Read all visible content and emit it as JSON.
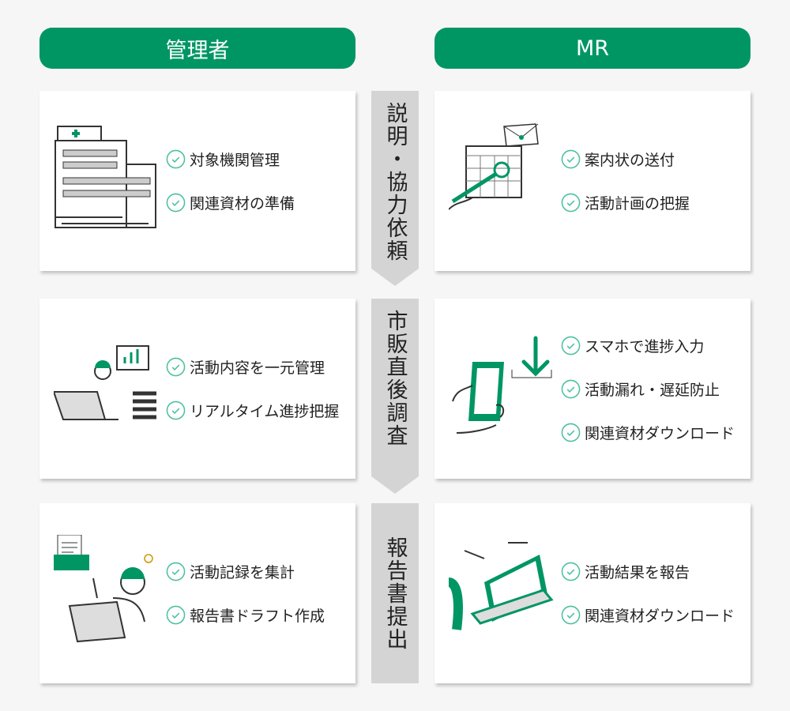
{
  "headers": {
    "left": "管理者",
    "right": "MR"
  },
  "phases": [
    "説明・協力依頼",
    "市販直後調査",
    "報告書提出"
  ],
  "rows": [
    {
      "left": {
        "icon": "hospital-icon",
        "items": [
          "対象機関管理",
          "関連資材の準備"
        ]
      },
      "right": {
        "icon": "calendar-invitation-icon",
        "items": [
          "案内状の送付",
          "活動計画の把握"
        ]
      }
    },
    {
      "left": {
        "icon": "person-laptop-icon",
        "items": [
          "活動内容を一元管理",
          "リアルタイム進捗把握"
        ]
      },
      "right": {
        "icon": "smartphone-download-icon",
        "items": [
          "スマホで進捗入力",
          "活動漏れ・遅延防止",
          "関連資材ダウンロード"
        ]
      }
    },
    {
      "left": {
        "icon": "person-report-icon",
        "items": [
          "活動記録を集計",
          "報告書ドラフト作成"
        ]
      },
      "right": {
        "icon": "person-presenting-laptop-icon",
        "items": [
          "活動結果を報告",
          "関連資材ダウンロード"
        ]
      }
    }
  ],
  "colors": {
    "brand": "#009664",
    "check": "#4cc0a0",
    "arrow": "#d4d4d4"
  }
}
